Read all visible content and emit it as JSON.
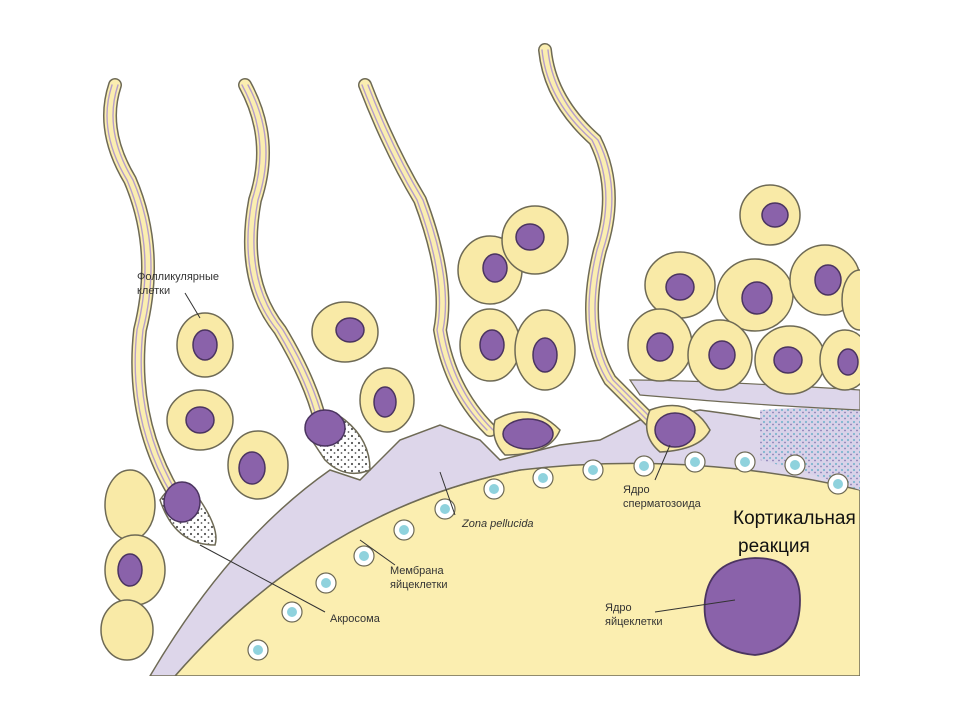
{
  "labels": {
    "follicular_1": "Фолликулярные",
    "follicular_2": "клетки",
    "zona": "Zona pellucida",
    "membrane_1": "Мембрана",
    "membrane_2": "яйцеклетки",
    "acrosome": "Акросома",
    "sperm_nucleus_1": "Ядро",
    "sperm_nucleus_2": "сперматозоида",
    "egg_nucleus_1": "Ядро",
    "egg_nucleus_2": "яйцеклетки",
    "cortical_1": "Кортикальная",
    "cortical_2": "реакция"
  },
  "colors": {
    "cytoplasm": "#fbeeb0",
    "follicle_cell": "#f9eaa7",
    "outline": "#6e6a55",
    "nucleus": "#8a62aa",
    "zona": "#ddd6ea",
    "tail_stripe": "#b79fca",
    "granule": "#8fd2dd"
  }
}
